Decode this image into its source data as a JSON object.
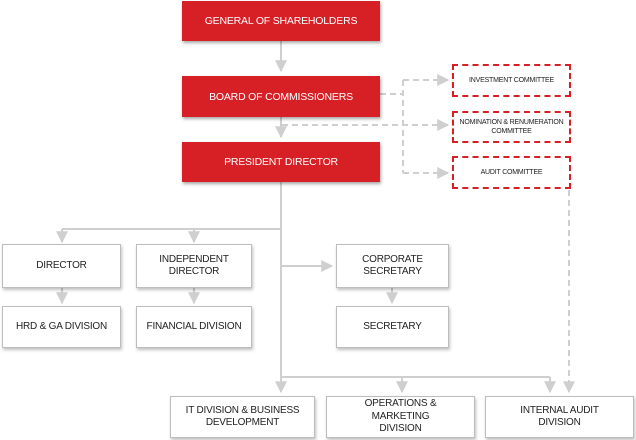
{
  "nodes": {
    "general_shareholders": "GENERAL OF SHAREHOLDERS",
    "board_commissioners": "BOARD OF COMMISSIONERS",
    "president_director": "PRESIDENT DIRECTOR",
    "investment_committee": "INVESTMENT COMMITTEE",
    "nomination_committee": "NOMINATION & RENUMERATION COMMITTEE",
    "audit_committee": "AUDIT COMMITTEE",
    "director": "DIRECTOR",
    "independent_director": "INDEPENDENT DIRECTOR",
    "corporate_secretary": "CORPORATE SECRETARY",
    "hrd_ga_division": "HRD & GA DIVISION",
    "financial_division": "FINANCIAL DIVISION",
    "secretary": "SECRETARY",
    "it_business_development": "IT DIVISION & BUSINESS DEVELOPMENT",
    "operations_marketing": "OPERATIONS & MARKETING DIVISION",
    "internal_audit": "INTERNAL AUDIT DIVISION"
  },
  "colors": {
    "primary": "#d71f26",
    "connector": "#cfcfcf",
    "box_border": "#bdbdbd"
  }
}
